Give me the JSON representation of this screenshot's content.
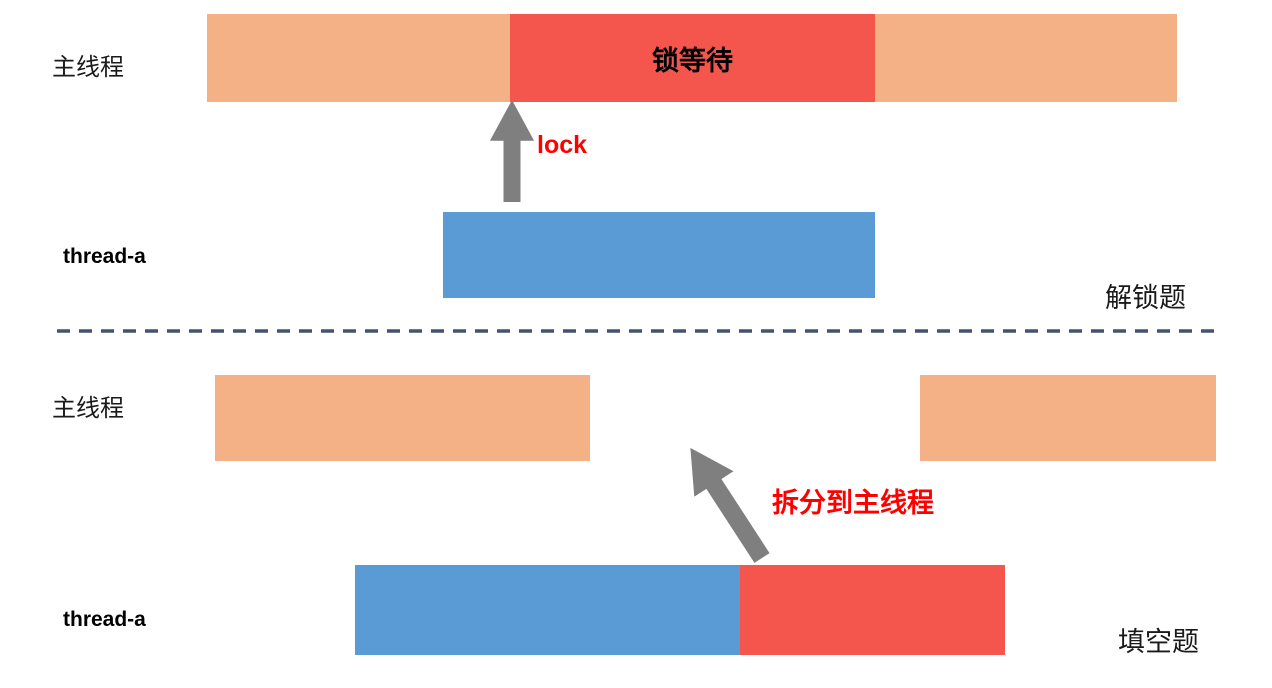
{
  "colors": {
    "bar_orange": "#F3B185",
    "bar_red": "#F4564E",
    "bar_blue": "#5B9BD5",
    "arrow_gray": "#7F7F7F",
    "dashed_divider": "#44546A",
    "annotation_red": "#FF0000"
  },
  "top_section": {
    "main_thread_label": "主线程",
    "lock_wait_label": "锁等待",
    "thread_label": "thread-a",
    "arrow_label": "lock",
    "section_label": "解锁题"
  },
  "bottom_section": {
    "main_thread_label": "主线程",
    "thread_label": "thread-a",
    "arrow_label": "拆分到主线程",
    "section_label": "填空题"
  }
}
